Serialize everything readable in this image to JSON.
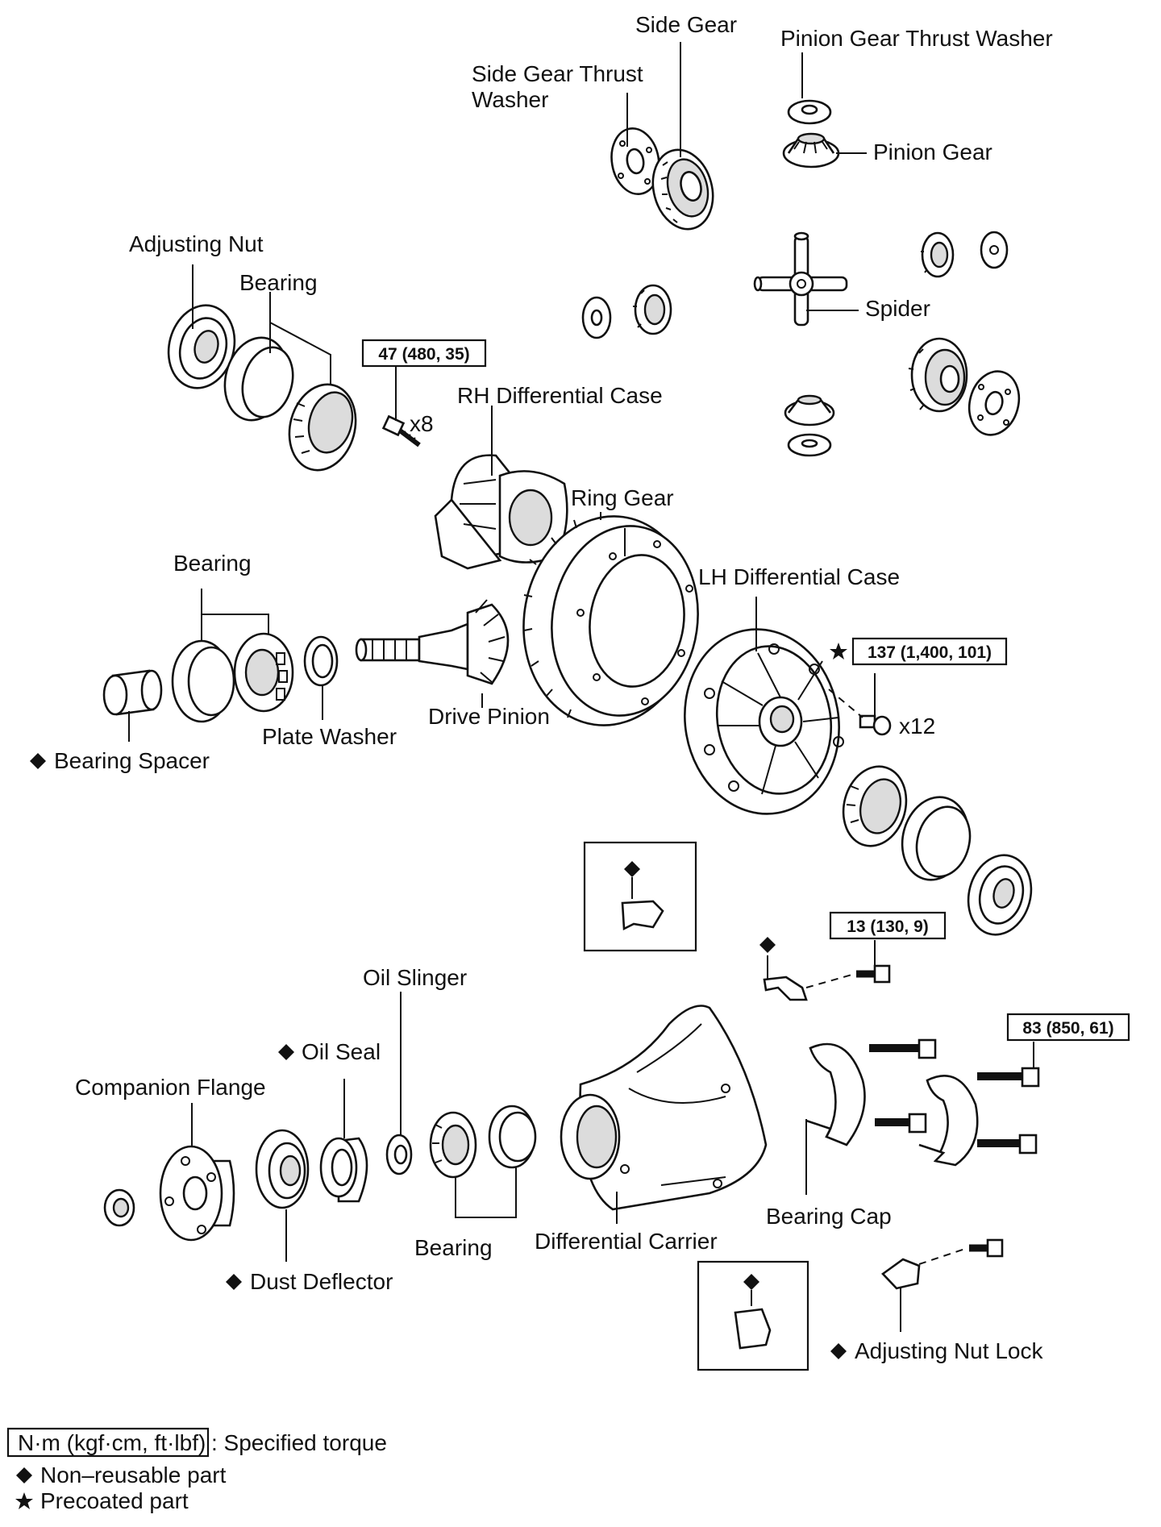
{
  "labels": {
    "side_gear": "Side Gear",
    "pinion_gear_thrust_washer": "Pinion Gear Thrust Washer",
    "side_gear_thrust_washer_l1": "Side Gear Thrust",
    "side_gear_thrust_washer_l2": "Washer",
    "pinion_gear": "Pinion Gear",
    "adjusting_nut": "Adjusting Nut",
    "bearing_top": "Bearing",
    "spider": "Spider",
    "rh_differential_case": "RH Differential Case",
    "ring_gear": "Ring Gear",
    "bearing_mid": "Bearing",
    "lh_differential_case": "LH Differential Case",
    "drive_pinion": "Drive Pinion",
    "plate_washer": "Plate Washer",
    "bearing_spacer": "Bearing Spacer",
    "oil_slinger": "Oil Slinger",
    "oil_seal": "Oil Seal",
    "companion_flange": "Companion Flange",
    "bearing_cap": "Bearing Cap",
    "differential_carrier": "Differential Carrier",
    "bearing_bottom": "Bearing",
    "dust_deflector": "Dust Deflector",
    "adjusting_nut_lock": "Adjusting Nut Lock"
  },
  "torques": {
    "rh_case_bolt": "47 (480, 35)",
    "ring_gear_bolt": "137 (1,400, 101)",
    "lock_bolt": "13 (130, 9)",
    "bearing_cap_bolt": "83 (850, 61)"
  },
  "quantities": {
    "rh_case_bolts": "x8",
    "ring_gear_bolts": "x12"
  },
  "legend": {
    "torque_box": "N·m (kgf·cm, ft·lbf)",
    "torque_desc": ": Specified torque",
    "non_reusable": "Non–reusable part",
    "precoated": "Precoated part"
  },
  "symbols": {
    "non_reusable": "diamond",
    "precoated": "star"
  }
}
